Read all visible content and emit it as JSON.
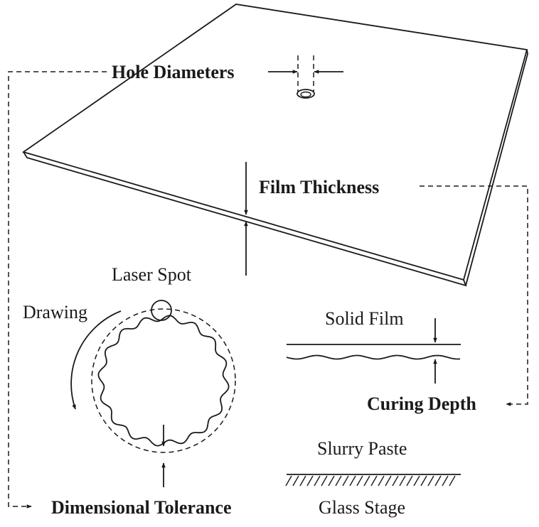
{
  "labels": {
    "hole_diameters": "Hole Diameters",
    "film_thickness": "Film Thickness",
    "laser_spot": "Laser Spot",
    "drawing": "Drawing",
    "solid_film": "Solid Film",
    "curing_depth": "Curing Depth",
    "slurry_paste": "Slurry Paste",
    "dimensional_tolerance": "Dimensional Tolerance",
    "glass_stage": "Glass Stage"
  },
  "colors": {
    "ink": "#1a1a1a",
    "background": "#ffffff"
  }
}
